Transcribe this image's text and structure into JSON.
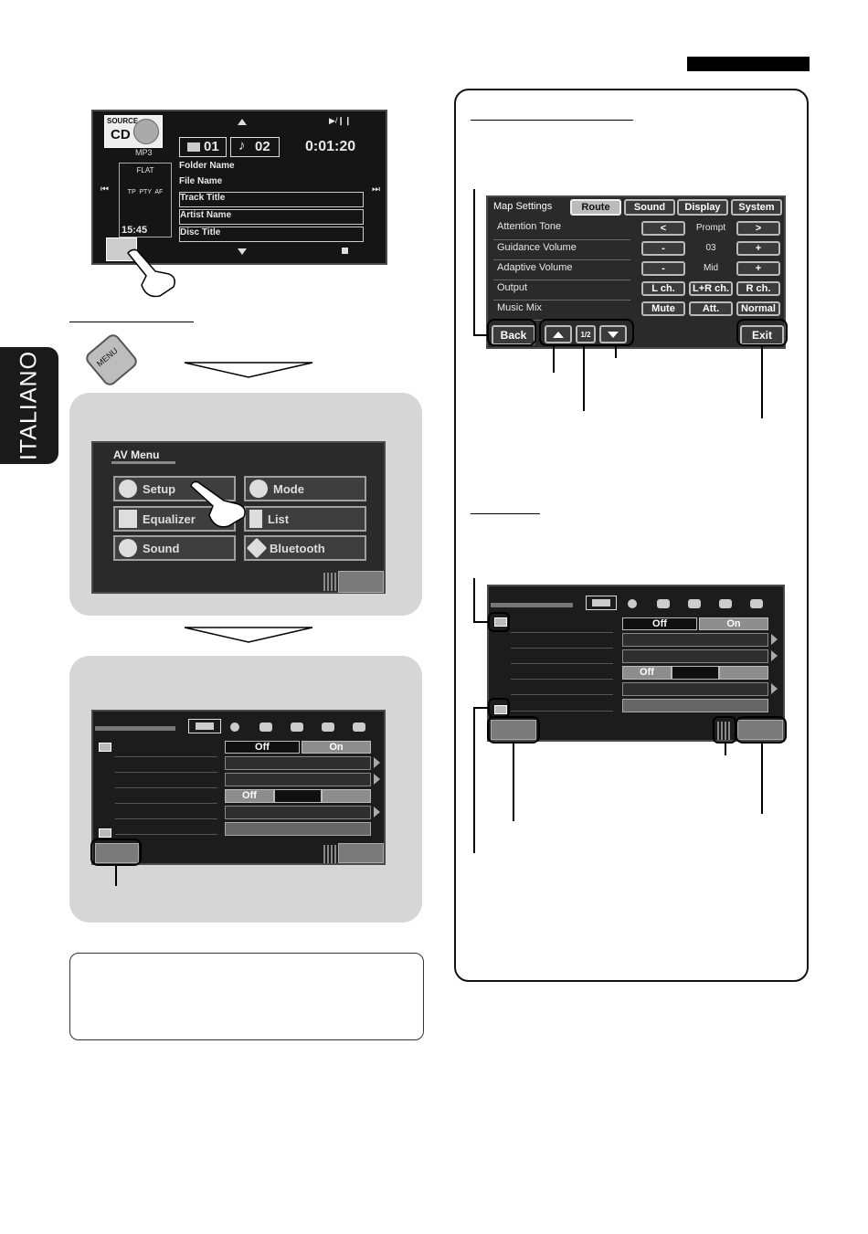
{
  "side_tab": {
    "label": "ITALIANO"
  },
  "source_screen": {
    "source_label": "SOURCE",
    "source_value": "CD",
    "format": "MP3",
    "sound_mode": "FLAT",
    "flags": "TP  PTY  AF",
    "clock": "15:45",
    "folder_no": "01",
    "track_no": "02",
    "elapsed": "0:01:20",
    "play_pause": "▶/❙❙",
    "lines": [
      "Folder Name",
      "File Name",
      "Track Title",
      "Artist Name",
      "Disc Title"
    ],
    "prev": "⏮",
    "next": "⏭"
  },
  "menu_button": {
    "label": "MENU"
  },
  "av_menu": {
    "title": "AV Menu",
    "items": [
      "Setup",
      "Mode",
      "Equalizer",
      "List",
      "Sound",
      "Bluetooth"
    ]
  },
  "setup_screen": {
    "off1": "Off",
    "on1": "On",
    "off2": "Off"
  },
  "map_settings": {
    "tabs": [
      "Map Settings",
      "Route",
      "Sound",
      "Display",
      "System"
    ],
    "rows": [
      {
        "label": "Attention Tone",
        "left": "<",
        "value": "Prompt",
        "right": ">"
      },
      {
        "label": "Guidance Volume",
        "left": "-",
        "value": "03",
        "right": "+"
      },
      {
        "label": "Adaptive Volume",
        "left": "-",
        "value": "Mid",
        "right": "+"
      },
      {
        "label": "Output",
        "left": "L ch.",
        "value": "L+R ch.",
        "right": "R ch."
      },
      {
        "label": "Music Mix",
        "left": "Mute",
        "value": "Att.",
        "right": "Normal"
      }
    ],
    "back": "Back",
    "page": "1/2",
    "exit": "Exit"
  },
  "setup_screen2": {
    "off1": "Off",
    "on1": "On",
    "off2": "Off"
  }
}
